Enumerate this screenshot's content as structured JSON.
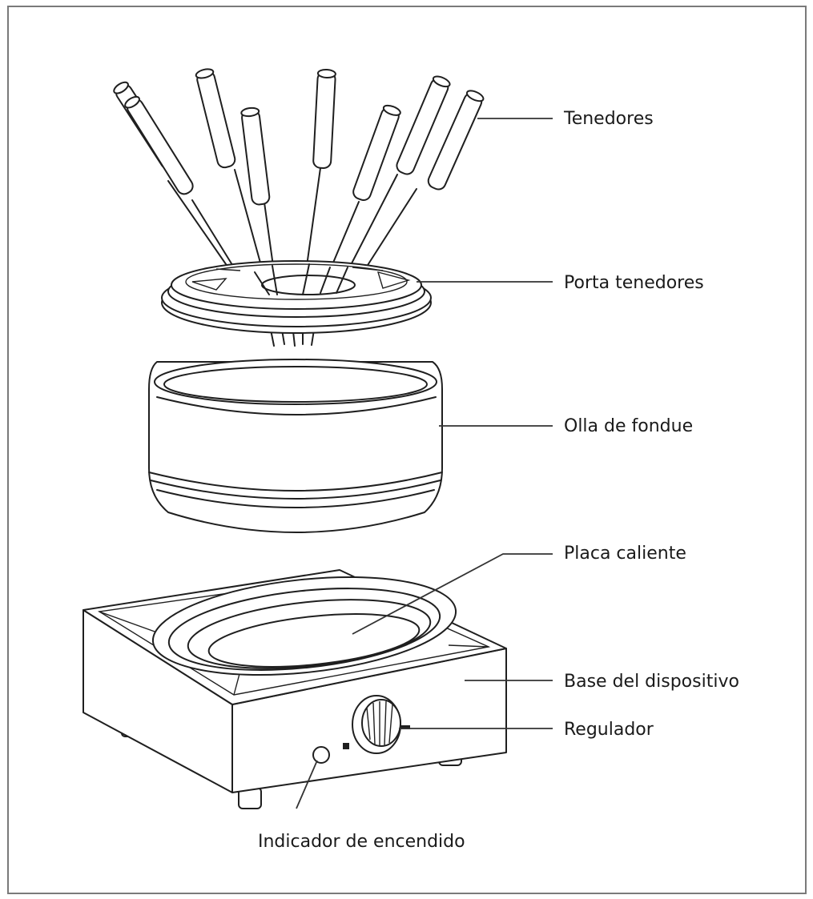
{
  "diagram": {
    "labels": {
      "forks": "Tenedores",
      "fork_holder": "Porta tenedores",
      "pot": "Olla de fondue",
      "hot_plate": "Placa caliente",
      "base": "Base del dispositivo",
      "regulator": "Regulador",
      "power_indicator": "Indicador de encendido"
    },
    "colors": {
      "line": "#1f1f1f",
      "frame": "#7a7a7a",
      "background": "#ffffff"
    }
  }
}
